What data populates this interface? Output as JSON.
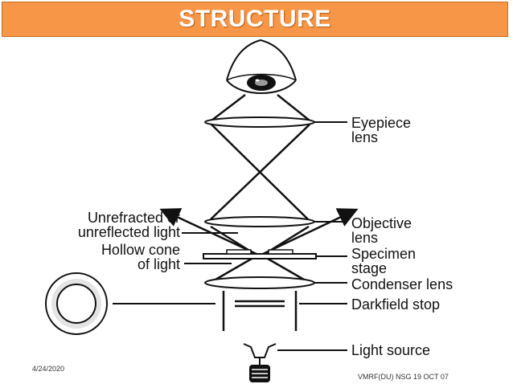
{
  "slide": {
    "title": "STRUCTURE",
    "date": "4/24/2020",
    "footer": "VMRF(DU) NSG 19 OCT 07"
  },
  "labels": {
    "eyepiece_1": "Eyepiece",
    "eyepiece_2": "lens",
    "objective_1": "Objective",
    "objective_2": "lens",
    "specimen_1": "Specimen",
    "specimen_2": "stage",
    "condenser": "Condenser lens",
    "darkfield": "Darkfield stop",
    "light_source": "Light source",
    "unrefracted_1": "Unrefracted or",
    "unrefracted_2": "unreflected light",
    "hollow_1": "Hollow cone",
    "hollow_2": "of light"
  },
  "colors": {
    "title_bg": "#f79646",
    "title_text": "#ffffff",
    "line": "#111111"
  }
}
